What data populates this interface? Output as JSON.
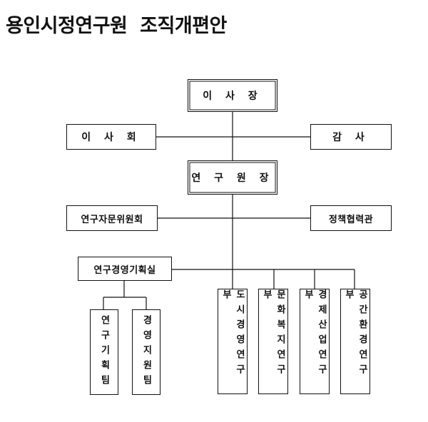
{
  "title": "용인시정연구원  조직개편안",
  "boxes": {
    "chairman": "이 사 장",
    "board": "이 사 회",
    "auditor": "감 사",
    "president": "연 구 원 장",
    "advisory": "연구자문위원회",
    "policy": "정책협력관",
    "planning": "연구경영기획실",
    "research_planning_team": "연구기획팀",
    "management_support_team": "경영지원팀",
    "urban_dept": "도시경영연구부",
    "culture_dept": "문화복지연구부",
    "economy_dept": "경제산업연구부",
    "space_dept": "공간환경연구부"
  }
}
